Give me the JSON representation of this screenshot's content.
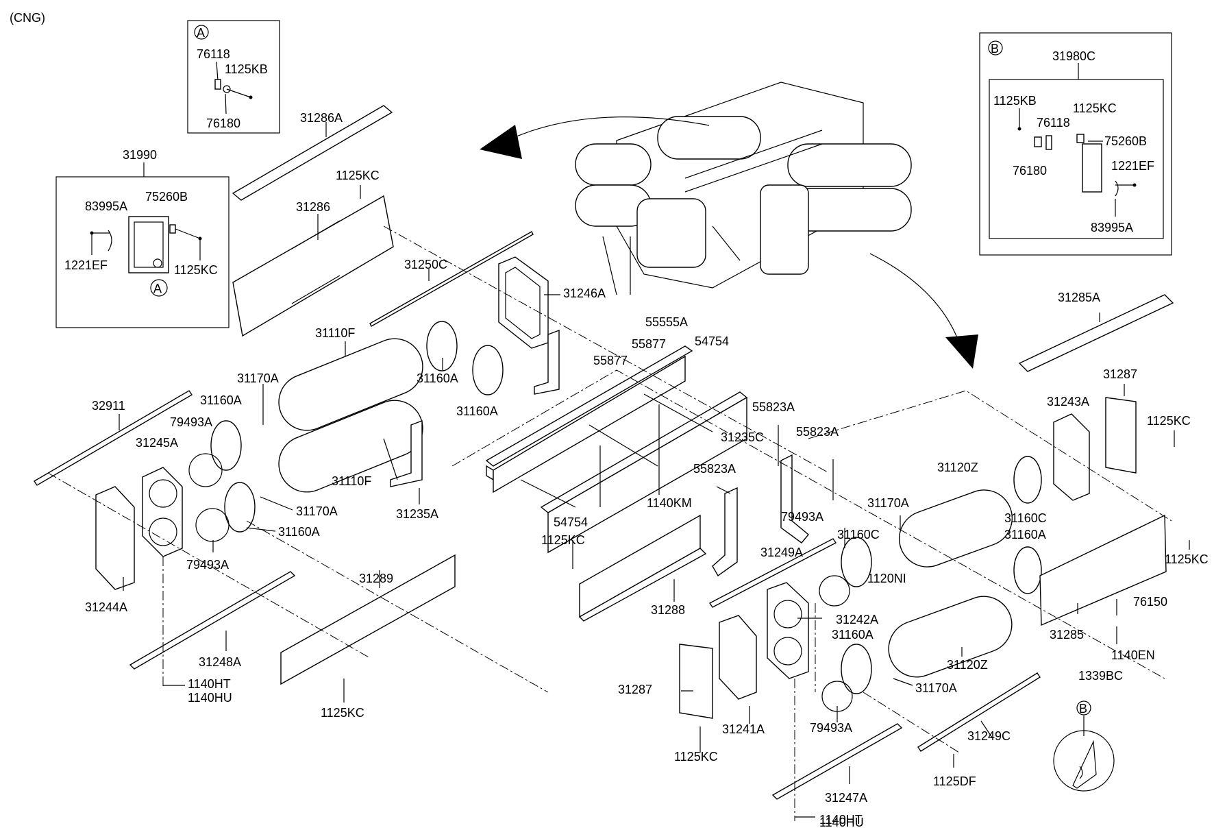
{
  "title": "(CNG)",
  "inset_a": {
    "marker": "A",
    "parts": [
      "76118",
      "1125KB",
      "76180"
    ]
  },
  "inset_b": {
    "marker": "B",
    "assembly": "31980C",
    "parts": [
      "1125KB",
      "1125KC",
      "76118",
      "75260B",
      "76180",
      "1221EF",
      "83995A"
    ]
  },
  "assembly_31990": {
    "number": "31990",
    "parts": [
      "83995A",
      "75260B",
      "1221EF",
      "1125KC"
    ],
    "ref_marker": "A"
  },
  "callout_b": "B",
  "labels": [
    "31286A",
    "1125KC",
    "31286",
    "31250C",
    "31246A",
    "31110F",
    "31160A",
    "31160A",
    "55555A",
    "55877",
    "54754",
    "55877",
    "31170A",
    "31160A",
    "32911",
    "79493A",
    "31245A",
    "31110F",
    "31235A",
    "31170A",
    "31160A",
    "79493A",
    "31244A",
    "31289",
    "31248A",
    "1140HT",
    "1140HU",
    "1125KC",
    "54754",
    "1140KM",
    "1125KC",
    "55823A",
    "31235C",
    "55823A",
    "55823A",
    "31288",
    "79493A",
    "31249A",
    "31160C",
    "31170A",
    "1120NI",
    "31120Z",
    "31285A",
    "31287",
    "31243A",
    "1125KC",
    "31160C",
    "31160A",
    "1125KC",
    "31285",
    "76150",
    "1140EN",
    "1339BC",
    "31242A",
    "31160A",
    "31170A",
    "31120Z",
    "31287",
    "31241A",
    "79493A",
    "1125KC",
    "31249C",
    "1125DF",
    "31247A",
    "1140HT",
    "1140HU"
  ]
}
